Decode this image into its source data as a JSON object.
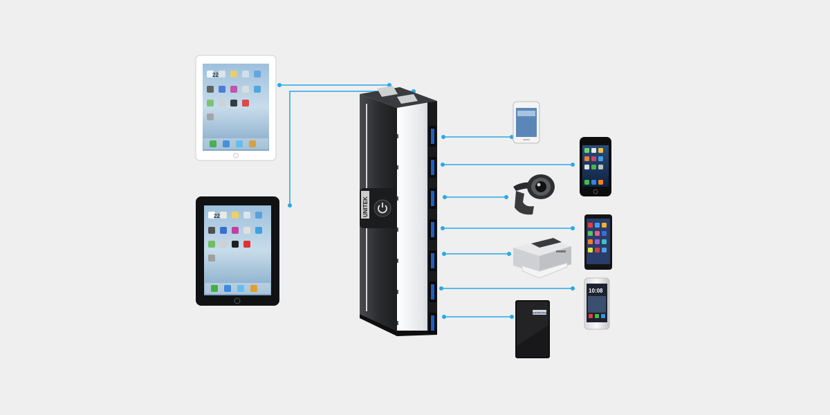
{
  "hub": {
    "brand_label": "UNITEK",
    "power_button_icon": "power-icon",
    "port_count": 7,
    "colors": {
      "body_dark": "#2f3033",
      "body_light": "#e9eaec",
      "usb_blue": "#1f5fbf"
    }
  },
  "connectors": {
    "color": "#27a9e6"
  },
  "devices": {
    "left": [
      {
        "name": "white-tablet",
        "icon": "tablet-icon"
      },
      {
        "name": "black-tablet",
        "icon": "tablet-icon"
      }
    ],
    "right": [
      {
        "name": "small-tablet",
        "icon": "tablet-icon"
      },
      {
        "name": "black-smartphone",
        "icon": "smartphone-icon"
      },
      {
        "name": "webcam",
        "icon": "webcam-icon"
      },
      {
        "name": "android-smartphone",
        "icon": "smartphone-icon"
      },
      {
        "name": "printer",
        "icon": "printer-icon"
      },
      {
        "name": "silver-smartphone",
        "icon": "smartphone-icon"
      },
      {
        "name": "external-hard-drive",
        "icon": "hard-drive-icon"
      }
    ]
  },
  "labels": {
    "drive_brand": "SAMSUNG",
    "tablet_time": "22",
    "phone_time": "10:08"
  }
}
